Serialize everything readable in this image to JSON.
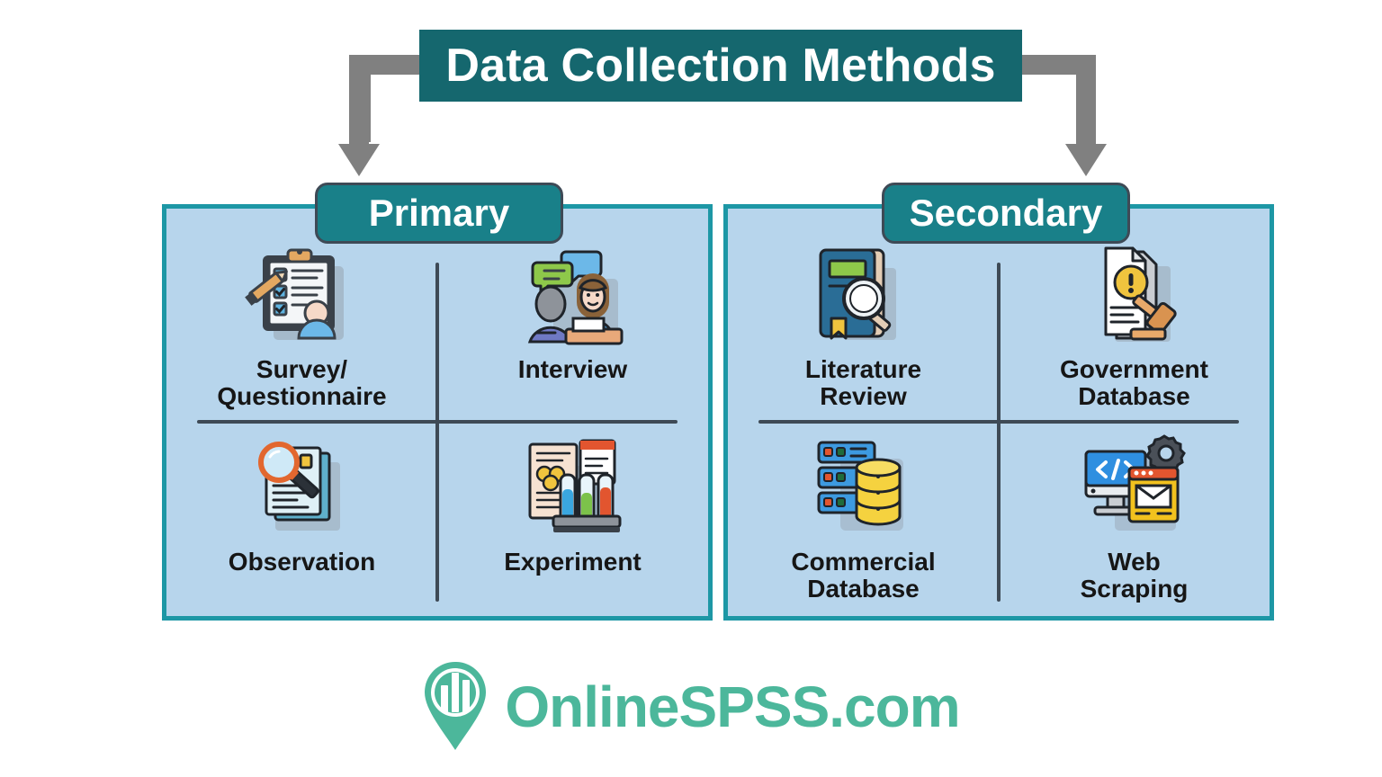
{
  "diagram": {
    "title": "Data Collection Methods",
    "title_color": "#15676e",
    "branches": [
      {
        "id": "primary",
        "badge_label": "Primary",
        "badge_color": "#198089",
        "panel_fill": "#b7d5ec",
        "panel_border": "#1d97a5",
        "items": [
          {
            "label": "Survey/\nQuestionnaire",
            "icon": "clipboard-survey-icon"
          },
          {
            "label": "Interview",
            "icon": "interview-people-icon"
          },
          {
            "label": "Observation",
            "icon": "magnifier-documents-icon"
          },
          {
            "label": "Experiment",
            "icon": "test-tubes-icon"
          }
        ]
      },
      {
        "id": "secondary",
        "badge_label": "Secondary",
        "badge_color": "#198089",
        "panel_fill": "#b7d5ec",
        "panel_border": "#1d97a5",
        "items": [
          {
            "label": "Literature\nReview",
            "icon": "book-magnifier-icon"
          },
          {
            "label": "Government\nDatabase",
            "icon": "document-gavel-icon"
          },
          {
            "label": "Commercial\nDatabase",
            "icon": "server-database-icon"
          },
          {
            "label": "Web\nScraping",
            "icon": "monitor-code-gear-icon"
          }
        ]
      }
    ],
    "connector_color": "#808080"
  },
  "footer": {
    "brand_text": "OnlineSPSS.com",
    "brand_color": "#4cb79b",
    "logo_icon": "location-pin-bar-chart-logo"
  }
}
